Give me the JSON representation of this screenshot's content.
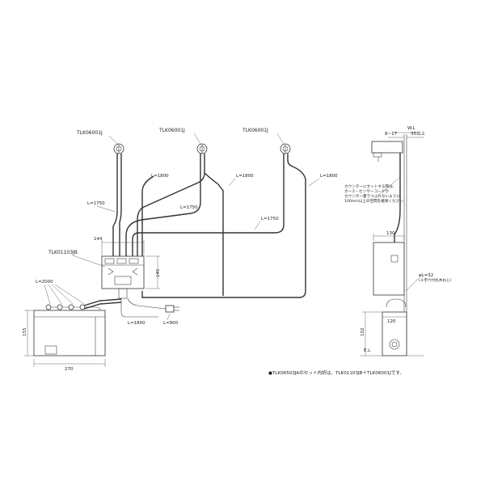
{
  "faucets": [
    {
      "model": "TLK06001J"
    },
    {
      "model": "TLK06001J"
    },
    {
      "model": "TLK06001J"
    }
  ],
  "controller": {
    "model": "TLK01103JB"
  },
  "lengths": {
    "hose_1800": "L=1800",
    "hose_1750": "L=1750",
    "hose_2000": "L=2000",
    "cord_1800": "L=1800",
    "cord_900": "L=900"
  },
  "dims": {
    "width_144": "144",
    "height_145": "145",
    "box_height_155": "155",
    "box_width_270": "270",
    "top_8_17": "8~17",
    "top_35": "35以上",
    "wl": "W.L",
    "el": "E.L",
    "side_130": "130",
    "side_120": "120",
    "side_102": "102",
    "phi_note": "φL=32",
    "phi_sub": "(十字穴付丸木ねじ)"
  },
  "note_lines": [
    "カウンターにセットする際は、",
    "ホース・センサーコードが",
    "カウンター裏でつぶれないように",
    "100mm以上の空間を確保ください"
  ],
  "footnote": "●TLK06503JAのセット内訳は、TLK01103JB＋TLK06001Jです。"
}
